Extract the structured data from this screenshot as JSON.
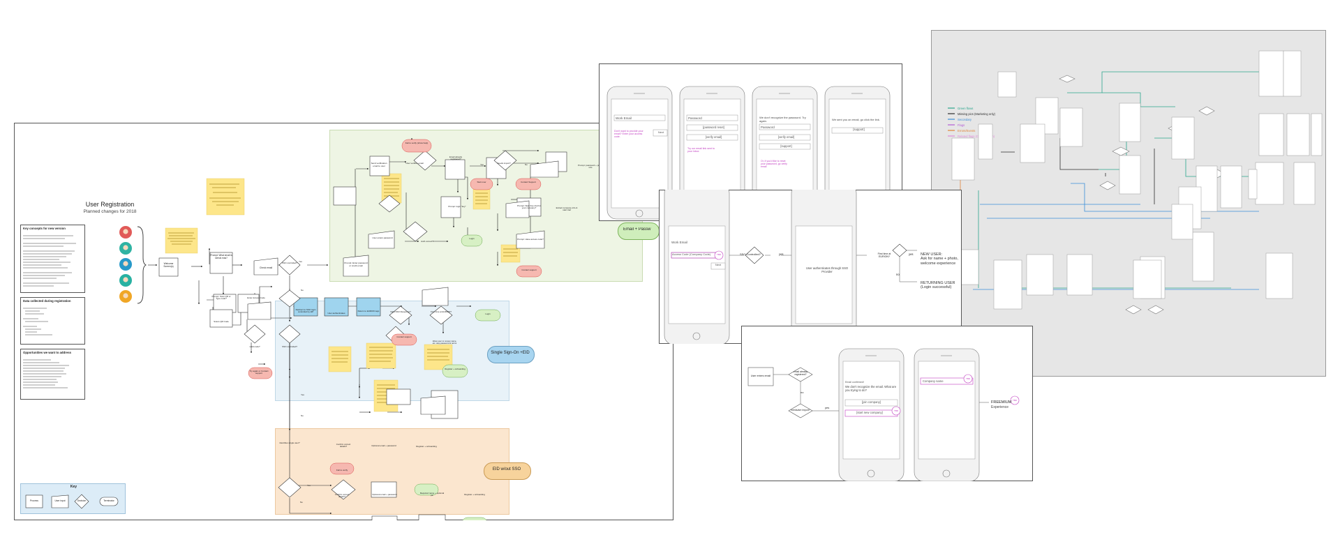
{
  "main_flow": {
    "title": "User Registration",
    "subtitle": "Planned changes for 2018",
    "panels": {
      "key_concepts": "Key concepts for new version",
      "data_collected": "Data collected during registration",
      "opportunities": "Opportunities we want to address"
    },
    "key": {
      "title": "Key",
      "process": "Process",
      "user_input": "User input",
      "decision": "Decision",
      "terminator": "Terminator"
    },
    "region_labels": {
      "sso": "Single Sign-On +EID",
      "eid": "EID w/out SSO"
    },
    "nodes": {
      "welcome": "Welcome Screen(s)",
      "prompt_email": "Prompt: What email is sensis mas?",
      "check_email": "Check email",
      "sso_controlled_q": "SSO controlled?",
      "prompt_enter_password": "Prompt: Enter password or credit email",
      "send_verification": "Send verification email to user",
      "user_verifies": "User verifies email",
      "email_registered_q": "Email already registered?",
      "needs_import_q": "Needs import?",
      "prompt_password_profile": "Prompt: password + profile info",
      "fail_verify": "Fail to verify (show help)",
      "start_over": "Start over",
      "contact_support": "Contact Support",
      "contact_support_2": "Contact support",
      "prompt_login": "Prompt: login \"key\"",
      "user_enters_password": "User enters password",
      "auth_correct_q": "Auth correct?",
      "login": "Login",
      "prompt_start_trial": "Prompt: Start free trial for your company?",
      "prompt_have_access_code": "Prompt: Have access code?",
      "extract_company": "Extract company info & start trial",
      "prompt_scan_qr": "Prompt: Scan QR or Type code?",
      "enter_access_code": "Enter Access Code",
      "scans_qr": "Scans QR Code",
      "valid_code_q": "valid code?",
      "try_again": "Try again or Contact support",
      "sso_controlled_q2": "SSO controlled?",
      "redirect_sso": "Redirect to SSO login controlled by IdP",
      "user_authenticates": "User authenticates",
      "return_to_eurion": "Return to EURION app",
      "valid_sso_response_q": "Valid SSO Response?",
      "first_time_q": "First time at EURION?",
      "login_sso": "Login",
      "contact_support_sso": "Contact support",
      "allow_user_name": "Allow user to review name, etc. skip password & terms",
      "register_onboarding_sso": "Register + onboarding",
      "identifies_single_user_q": "Identifies single user?",
      "confirm_correct_details_q": "Confirm correct details?",
      "optional_email_password": "Optional email + password",
      "register_onboarding_eid": "Register + onboarding",
      "fail_to_verify": "Fail to verify",
      "confirm_correct_details_q2": "Confirm correct details?",
      "optional_email_password_2": "Optional email + password",
      "required_name_password": "Required name + optional pic",
      "register_onboarding_eid2": "Register + onboarding"
    },
    "edge_labels": {
      "yes": "Yes",
      "no": "No"
    }
  },
  "phones_top": {
    "badge": "Email + Passw",
    "screens": [
      {
        "field": "Work Email",
        "hint": "Don't want to provide your email? Enter your access code.",
        "button": "Next"
      },
      {
        "field": "Password",
        "field2": "[password reset]",
        "field3": "[verify email]",
        "hint": "Try our email link sent to your inbox"
      },
      {
        "title": "We don't recognize the password. Try again.",
        "field": "Password",
        "field2": "[verify email]",
        "field3": "[support]",
        "hint": "Or, if you'd like to reset your password, go verify email"
      },
      {
        "title": "We sent you an email, go click the link.",
        "field": "[support]"
      }
    ]
  },
  "phones_mid": {
    "screens": [
      {
        "field": "Work Email",
        "field2": "Access Code (Company Code)",
        "button": "Next",
        "tag": "TBD"
      },
      {
        "body": "User authenticates through SSO Provider"
      }
    ],
    "sso_q": "SSO Controlled?",
    "yes": "yes",
    "no": "no",
    "first_time_q": "First time at EURION?",
    "new_user": "NEW USER:\nAsk for name + photo,\nwelcome experience",
    "returning_user": "RETURNING USER\n(Login successful)"
  },
  "phones_bottom": {
    "user_enters_email": "User enters email",
    "email_registered_q": "email already registered?",
    "no": "no",
    "needs_import_q": "needs/are import?",
    "yes": "yes",
    "screens": [
      {
        "title": "Email confirmed!",
        "body": "We don't recognize the email. What are you trying to do?",
        "field": "[join company]",
        "field2": "[start new company]",
        "tag": "TBD"
      },
      {
        "field": "Company name",
        "tag": "TBD"
      }
    ],
    "freemium": "FREEMIUM",
    "experience": "Experience",
    "freemium_tag": "TBD"
  },
  "gray_board": {
    "legend": [
      {
        "label": "Green flows",
        "color": "#2aa58c"
      },
      {
        "label": "Missing pics (Marketing only)",
        "color": "#2d2d2d"
      },
      {
        "label": "Secondary",
        "color": "#3a8ed9"
      },
      {
        "label": "Flags",
        "color": "#b45cd6"
      },
      {
        "label": "Errors/Events",
        "color": "#e0843a"
      },
      {
        "label": "Related flags (Classification)",
        "color": "#e08ad8"
      }
    ]
  }
}
